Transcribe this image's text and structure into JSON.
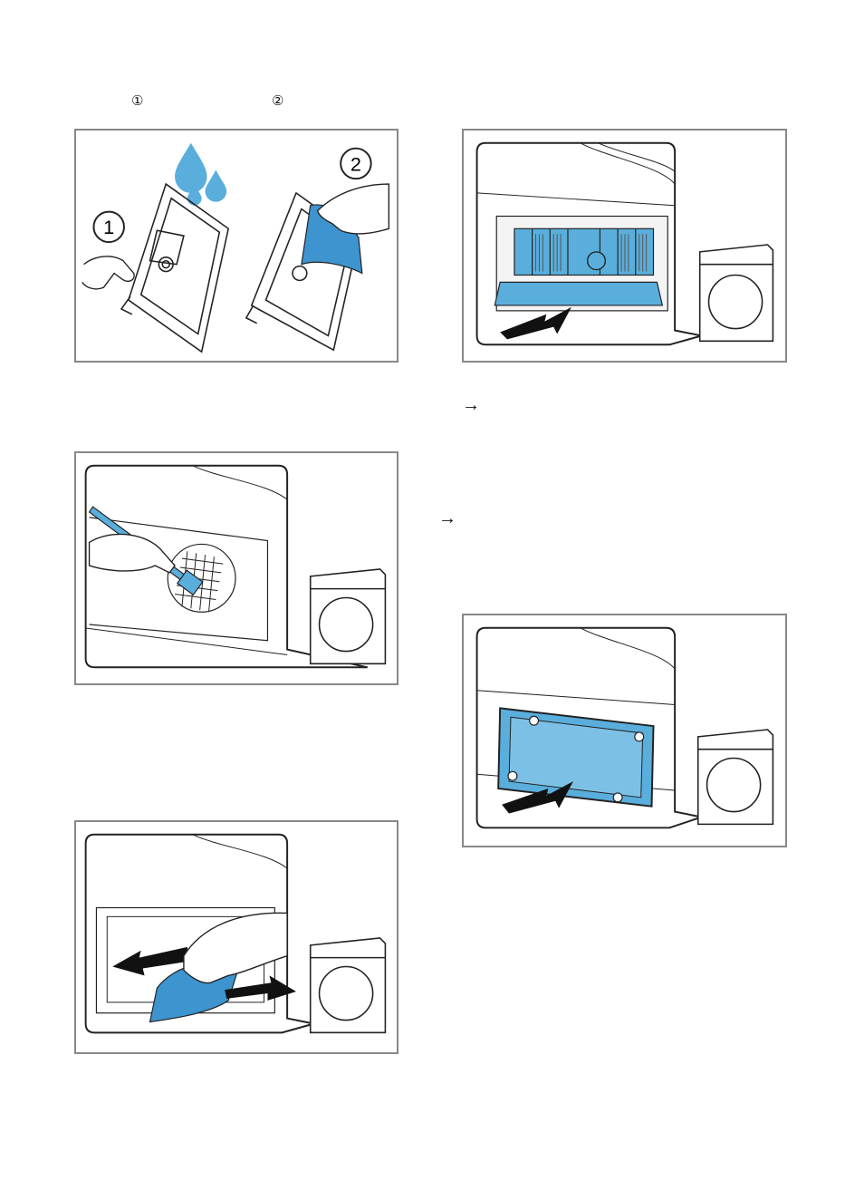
{
  "intro": {
    "marker_1": "①",
    "marker_2": "②"
  },
  "right_column": {
    "arrow_1": "→",
    "arrow_2": "→"
  },
  "figures": {
    "fig_filter_wash": {
      "label_1": "1",
      "label_2": "2"
    }
  },
  "colors": {
    "accent_blue": "#5aaedc",
    "frame_gray": "#888888",
    "line_dark": "#222222"
  },
  "icons": [
    "water-drop-icon",
    "hand-icon",
    "arrow-right-icon",
    "dryer-icon",
    "brush-icon"
  ]
}
